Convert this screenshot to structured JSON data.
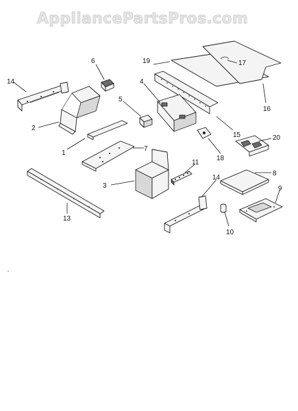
{
  "watermark": {
    "text": "AppliancePartsPros.com",
    "color": "#e6e6e6"
  },
  "diagram": {
    "type": "exploded-parts-diagram",
    "callouts": [
      {
        "id": "c1",
        "label": "1"
      },
      {
        "id": "c2",
        "label": "2"
      },
      {
        "id": "c3",
        "label": "3"
      },
      {
        "id": "c4",
        "label": "4"
      },
      {
        "id": "c5",
        "label": "5"
      },
      {
        "id": "c6",
        "label": "6"
      },
      {
        "id": "c7",
        "label": "7"
      },
      {
        "id": "c8",
        "label": "8"
      },
      {
        "id": "c9",
        "label": "9"
      },
      {
        "id": "c10",
        "label": "10"
      },
      {
        "id": "c11",
        "label": "11"
      },
      {
        "id": "c13",
        "label": "13"
      },
      {
        "id": "c14a",
        "label": "14"
      },
      {
        "id": "c14b",
        "label": "14"
      },
      {
        "id": "c15",
        "label": "15"
      },
      {
        "id": "c16",
        "label": "16"
      },
      {
        "id": "c17",
        "label": "17"
      },
      {
        "id": "c18",
        "label": "18"
      },
      {
        "id": "c19",
        "label": "19"
      },
      {
        "id": "c20",
        "label": "20"
      }
    ]
  }
}
